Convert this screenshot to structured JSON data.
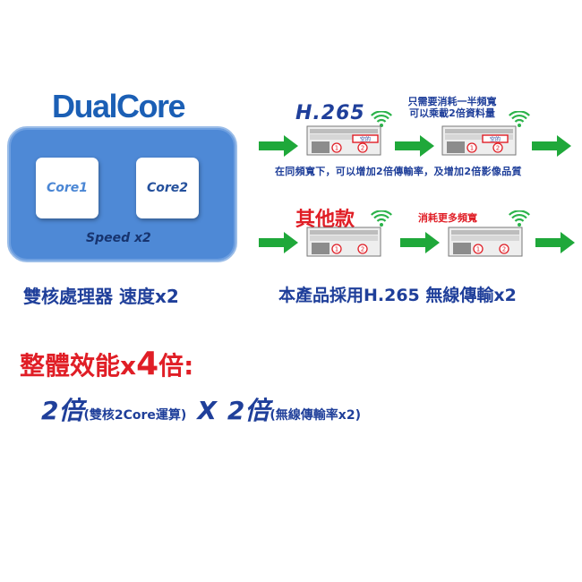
{
  "dualcore": {
    "brand_first": "Dual",
    "brand_second": "Core",
    "core1_label": "Core1",
    "core2_label": "Core2",
    "speed_label": "Speed x2",
    "caption": "雙核處理器 速度x2"
  },
  "h265_section": {
    "title": "H.265",
    "note_line1": "只需要消耗一半頻寬",
    "note_line2": "可以乘載2倍資料量",
    "slot_label": "空的",
    "caption": "在同頻寬下，可以增加2倍傳輸率，及增加2倍影像品質"
  },
  "other_section": {
    "title": "其他款",
    "note": "消耗更多頻寬"
  },
  "card_numbers": [
    "1",
    "2"
  ],
  "right_caption": "本產品採用H.265 無線傳輸x2",
  "summary": {
    "title_prefix": "整體效能x",
    "title_number": "4",
    "title_suffix": "倍:",
    "part1_big": "2倍",
    "part1_small": "(雙核2Core運算)",
    "times": "X",
    "part2_big": "2倍",
    "part2_small": "(無線傳輸率x2)"
  },
  "colors": {
    "blue_text": "#1f3f9a",
    "panel_blue": "#4e89d6",
    "red": "#e01e26",
    "arrow_green": "#1fa83a",
    "wifi_green": "#2bb34a"
  },
  "icons": [
    "wifi-icon",
    "arrow-right-icon",
    "memory-card-icon"
  ]
}
